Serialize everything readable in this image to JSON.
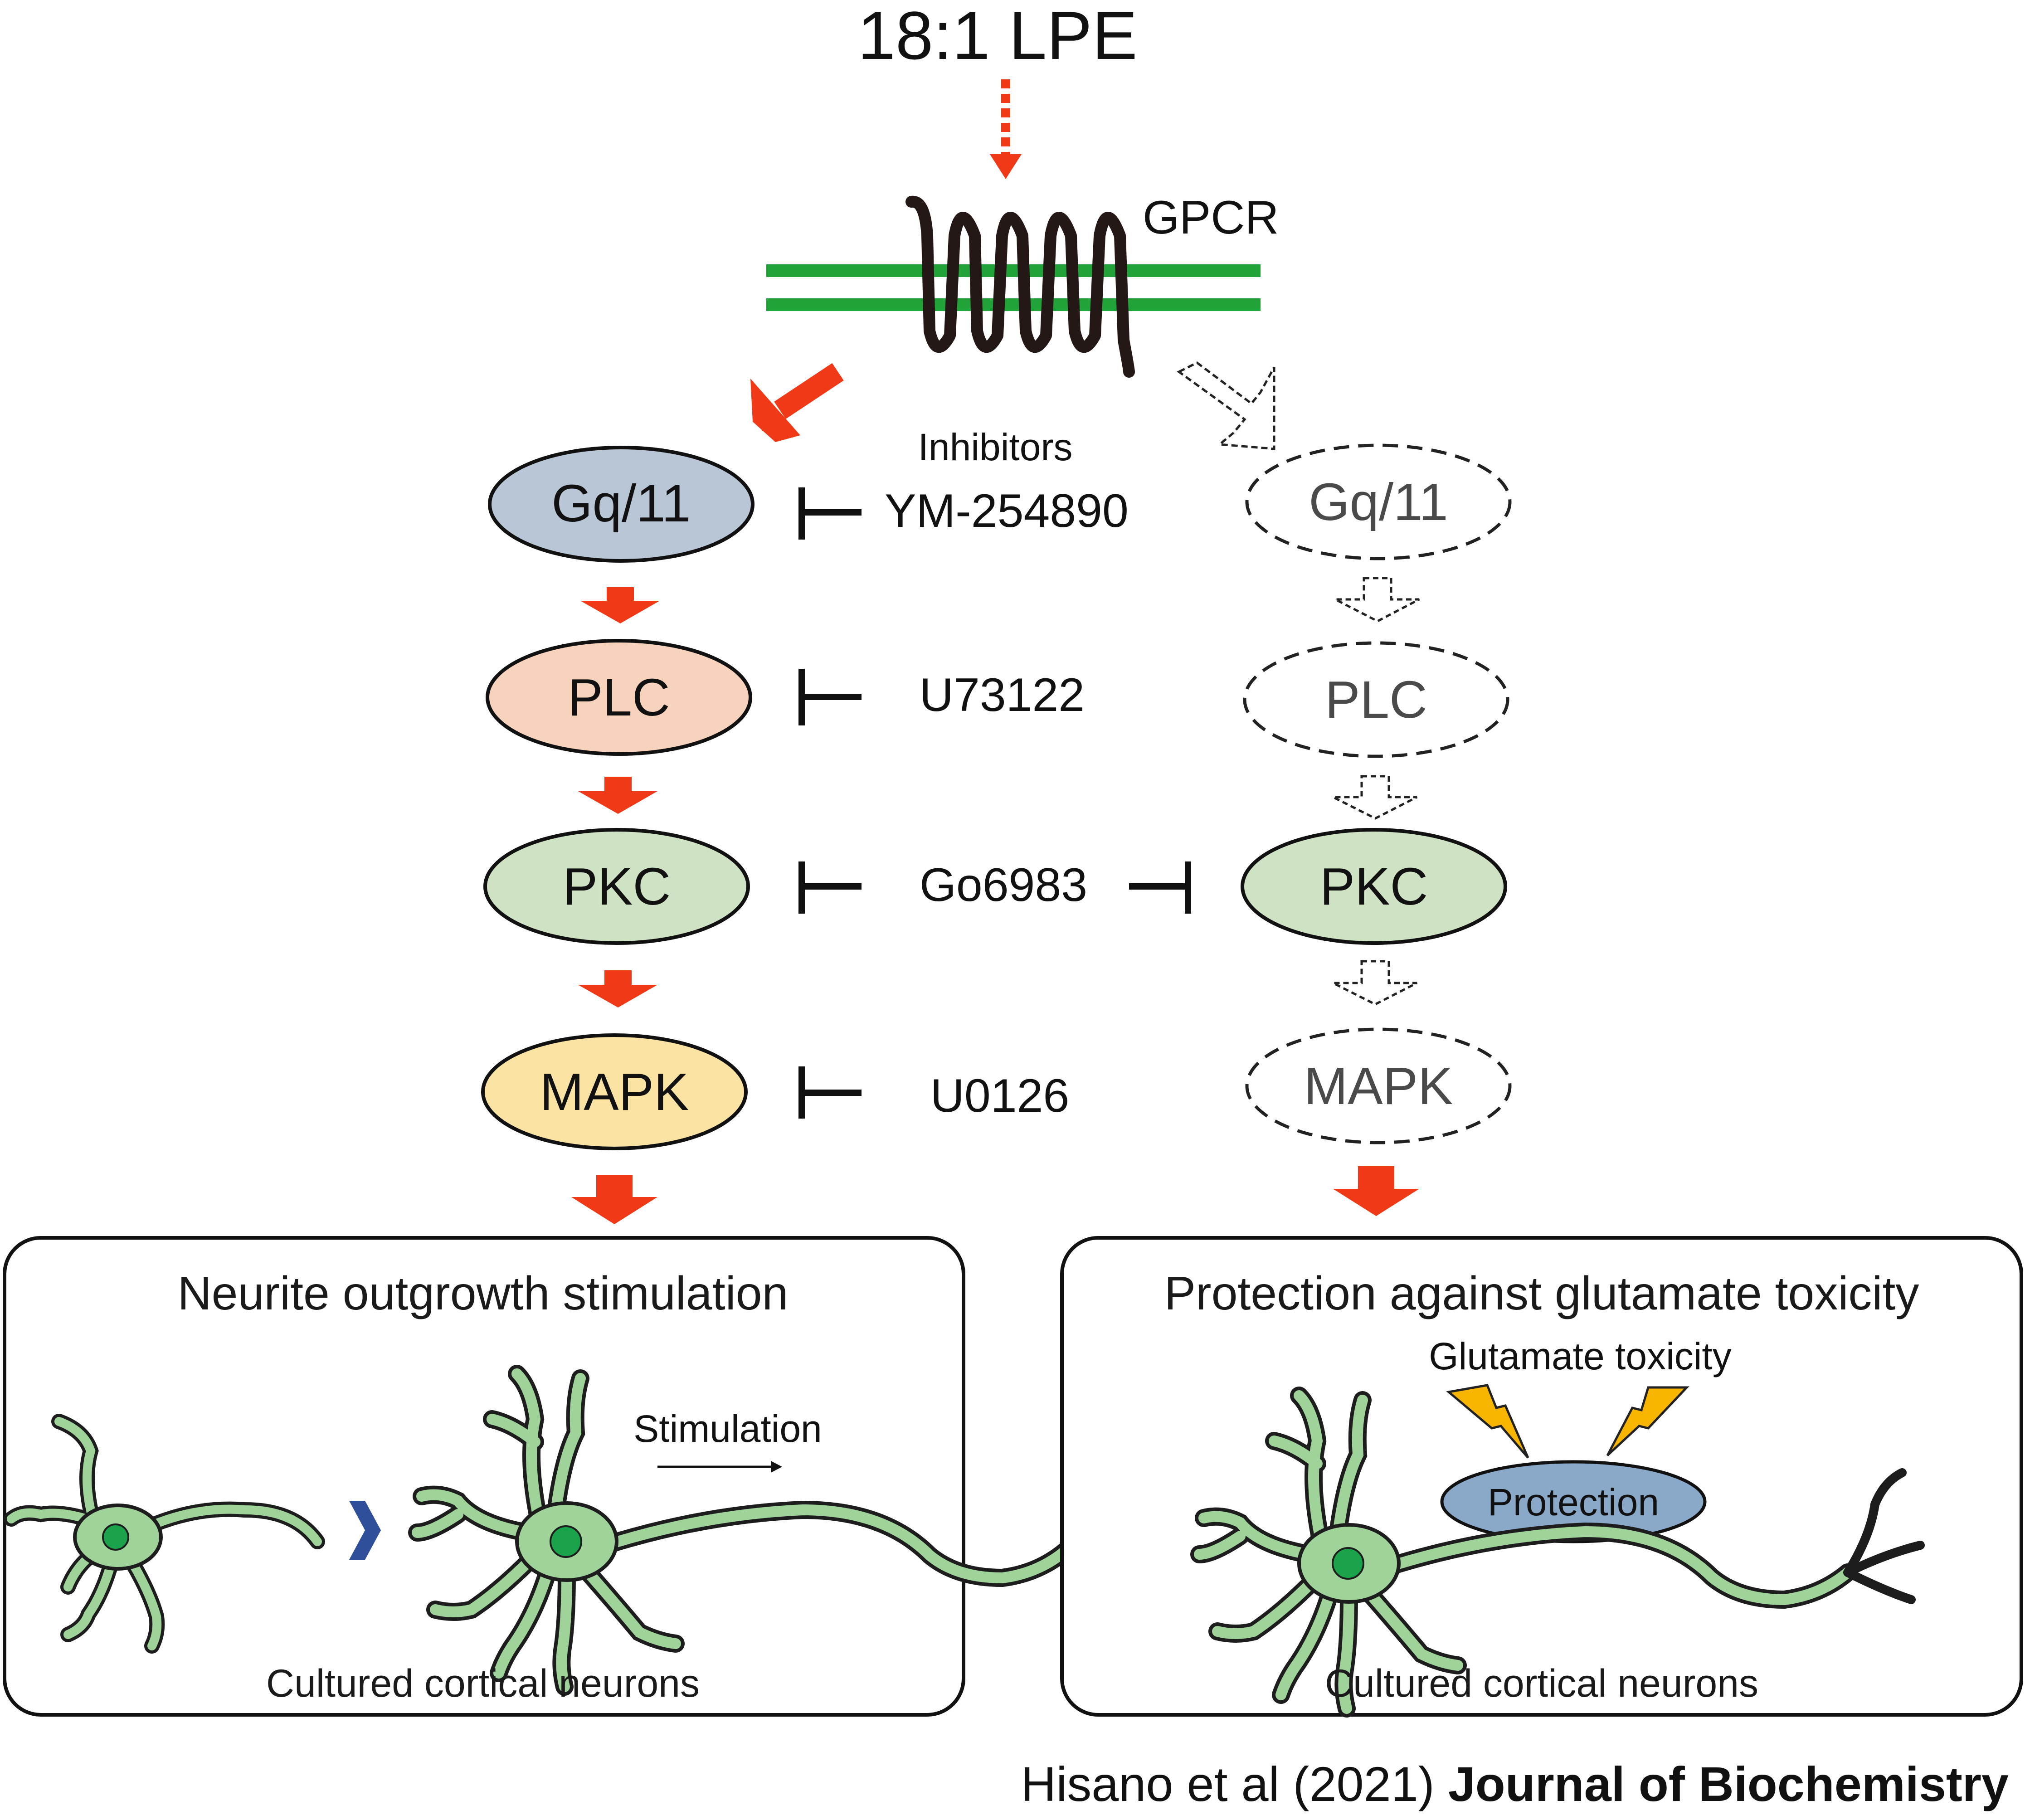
{
  "ligand": "18:1 LPE",
  "receptor": "GPCR",
  "inhibitors_heading": "Inhibitors",
  "left_pathway": {
    "nodes": [
      {
        "label": "Gq/11",
        "color": "#b9c6d6"
      },
      {
        "label": "PLC",
        "color": "#f7d3bd"
      },
      {
        "label": "PKC",
        "color": "#cfe3c4"
      },
      {
        "label": "MAPK",
        "color": "#fbe4a3"
      }
    ]
  },
  "right_pathway": {
    "nodes": [
      {
        "label": "Gq/11",
        "style": "dashed"
      },
      {
        "label": "PLC",
        "style": "dashed"
      },
      {
        "label": "PKC",
        "style": "solid",
        "color": "#cfe3c4"
      },
      {
        "label": "MAPK",
        "style": "dashed"
      }
    ]
  },
  "inhibitors": [
    "YM-254890",
    "U73122",
    "Go6983",
    "U0126"
  ],
  "left_box": {
    "title": "Neurite outgrowth stimulation",
    "stimulation_label": "Stimulation",
    "caption": "Cultured cortical neurons"
  },
  "right_box": {
    "title": "Protection against glutamate toxicity",
    "toxicity_label": "Glutamate toxicity",
    "protection_label": "Protection",
    "caption": "Cultured cortical neurons"
  },
  "citation": {
    "authors": "Hisano et al (2021) ",
    "journal": "Journal of Biochemistry"
  },
  "colors": {
    "arrow_red": "#f03a17",
    "membrane_green": "#22a33a",
    "neuron_fill": "#9fd39a",
    "neuron_nucleus": "#1aa34a",
    "protection_fill": "#8aa9c9",
    "lightning": "#f7b500",
    "blue_arrow": "#2f4f9a"
  }
}
